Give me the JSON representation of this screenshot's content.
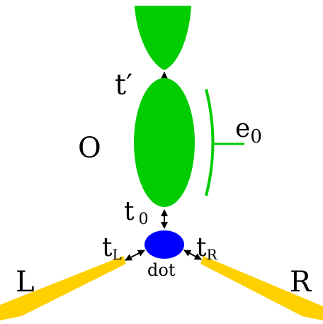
{
  "diagram": {
    "labels": {
      "t_prime": "t′",
      "O": "O",
      "e0_base": "e",
      "e0_sub": "0",
      "t0_base": "t",
      "t0_sub": "0",
      "tL_base": "t",
      "tL_sub": "L",
      "tR_base": "t",
      "tR_sub": "R",
      "dot": "dot",
      "L": "L",
      "R": "R"
    },
    "colors": {
      "green": "#00cc00",
      "blue": "#0000ff",
      "yellow": "#ffd000",
      "line": "#000000"
    }
  }
}
